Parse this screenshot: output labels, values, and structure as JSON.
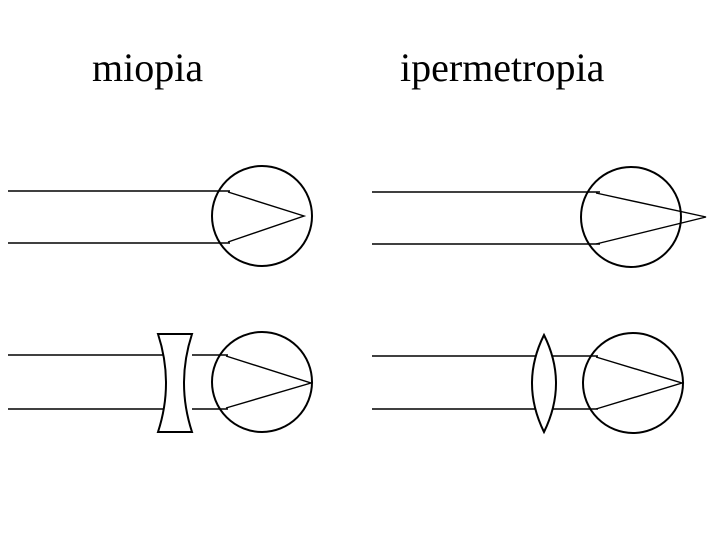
{
  "titles": {
    "left": "miopia",
    "right": "ipermetropia"
  },
  "panels": [
    {
      "condition": "miopia",
      "corrected": false,
      "focus": "before retina"
    },
    {
      "condition": "ipermetropia",
      "corrected": false,
      "focus": "behind retina"
    },
    {
      "condition": "miopia",
      "corrected": true,
      "lens": "concave (diverging)"
    },
    {
      "condition": "ipermetropia",
      "corrected": true,
      "lens": "convex (converging)"
    }
  ]
}
